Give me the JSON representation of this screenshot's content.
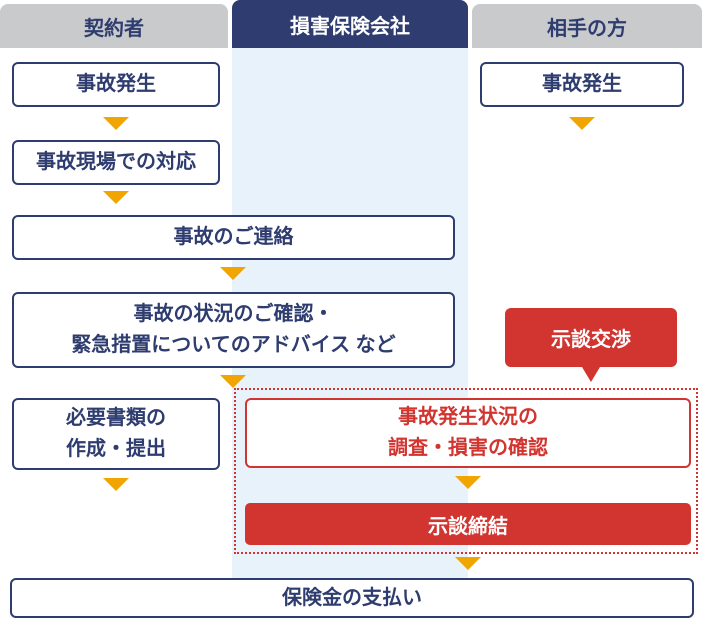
{
  "diagram": {
    "columns": [
      {
        "label": "契約者"
      },
      {
        "label": "損害保険会社"
      },
      {
        "label": "相手の方"
      }
    ],
    "boxes": {
      "accident_contractor": "事故発生",
      "accident_other_party": "事故発生",
      "scene_response": "事故現場での対応",
      "accident_report": "事故のご連絡",
      "situation_check_lines": [
        "事故の状況のご確認・",
        "緊急措置についてのアドバイス など"
      ],
      "documents_lines": [
        "必要書類の",
        "作成・提出"
      ],
      "negotiation": "示談交渉",
      "investigation_lines": [
        "事故発生状況の",
        "調査・損害の確認"
      ],
      "settlement": "示談締結",
      "payment": "保険金の支払い"
    },
    "colors": {
      "navy": "#2e3c6f",
      "header_gray": "#c9cacb",
      "insurer_band_blue": "#e8f2fb",
      "arrow_yellow": "#f0a500",
      "red": "#d23430",
      "white": "#ffffff"
    }
  }
}
